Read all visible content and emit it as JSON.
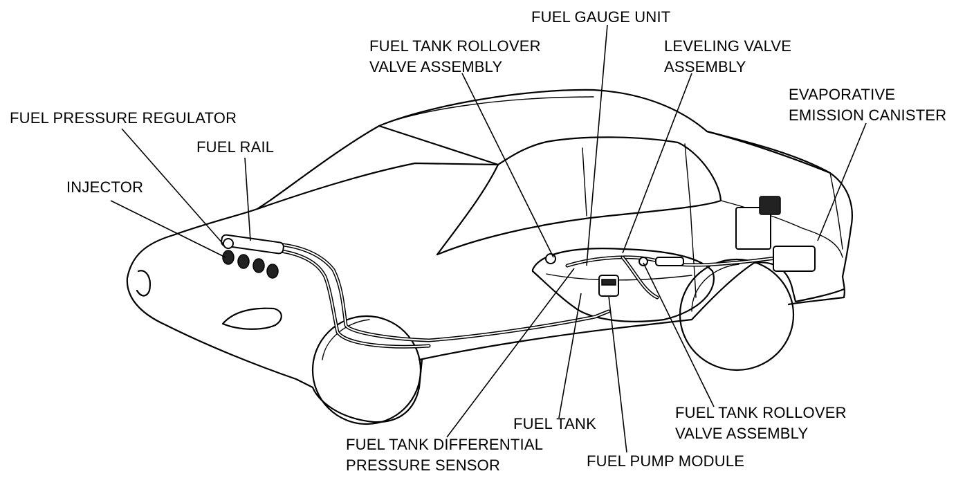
{
  "diagram": {
    "labels": {
      "fuel_gauge_unit": "FUEL GAUGE UNIT",
      "rollover_top_line1": "FUEL TANK ROLLOVER",
      "rollover_top_line2": "VALVE ASSEMBLY",
      "leveling_line1": "LEVELING VALVE",
      "leveling_line2": "ASSEMBLY",
      "evap_line1": "EVAPORATIVE",
      "evap_line2": "EMISSION CANISTER",
      "fuel_pressure_regulator": "FUEL PRESSURE REGULATOR",
      "fuel_rail": "FUEL RAIL",
      "injector": "INJECTOR",
      "fuel_tank": "FUEL TANK",
      "rollover_bottom_line1": "FUEL TANK ROLLOVER",
      "rollover_bottom_line2": "VALVE ASSEMBLY",
      "differential_line1": "FUEL TANK DIFFERENTIAL",
      "differential_line2": "PRESSURE SENSOR",
      "fuel_pump_module": "FUEL PUMP MODULE"
    }
  }
}
